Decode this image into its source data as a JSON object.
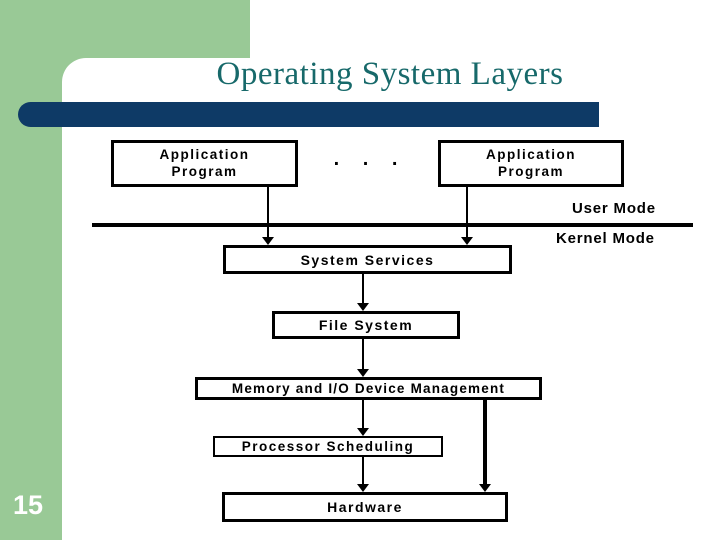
{
  "slide": {
    "title": "Operating System Layers",
    "page_number": "15"
  },
  "colors": {
    "accent_green": "#99C996",
    "navy_bar": "#0E3A66",
    "title_teal": "#17696A",
    "diagram_black": "#000000"
  },
  "diagram": {
    "ellipsis": ". . .",
    "user_mode_label": "User Mode",
    "kernel_mode_label": "Kernel Mode",
    "boxes": {
      "app_left": "Application\nProgram",
      "app_right": "Application\nProgram",
      "system_services": "System Services",
      "file_system": "File System",
      "memory_io": "Memory and I/O Device Management",
      "processor_scheduling": "Processor Scheduling",
      "hardware": "Hardware"
    }
  }
}
